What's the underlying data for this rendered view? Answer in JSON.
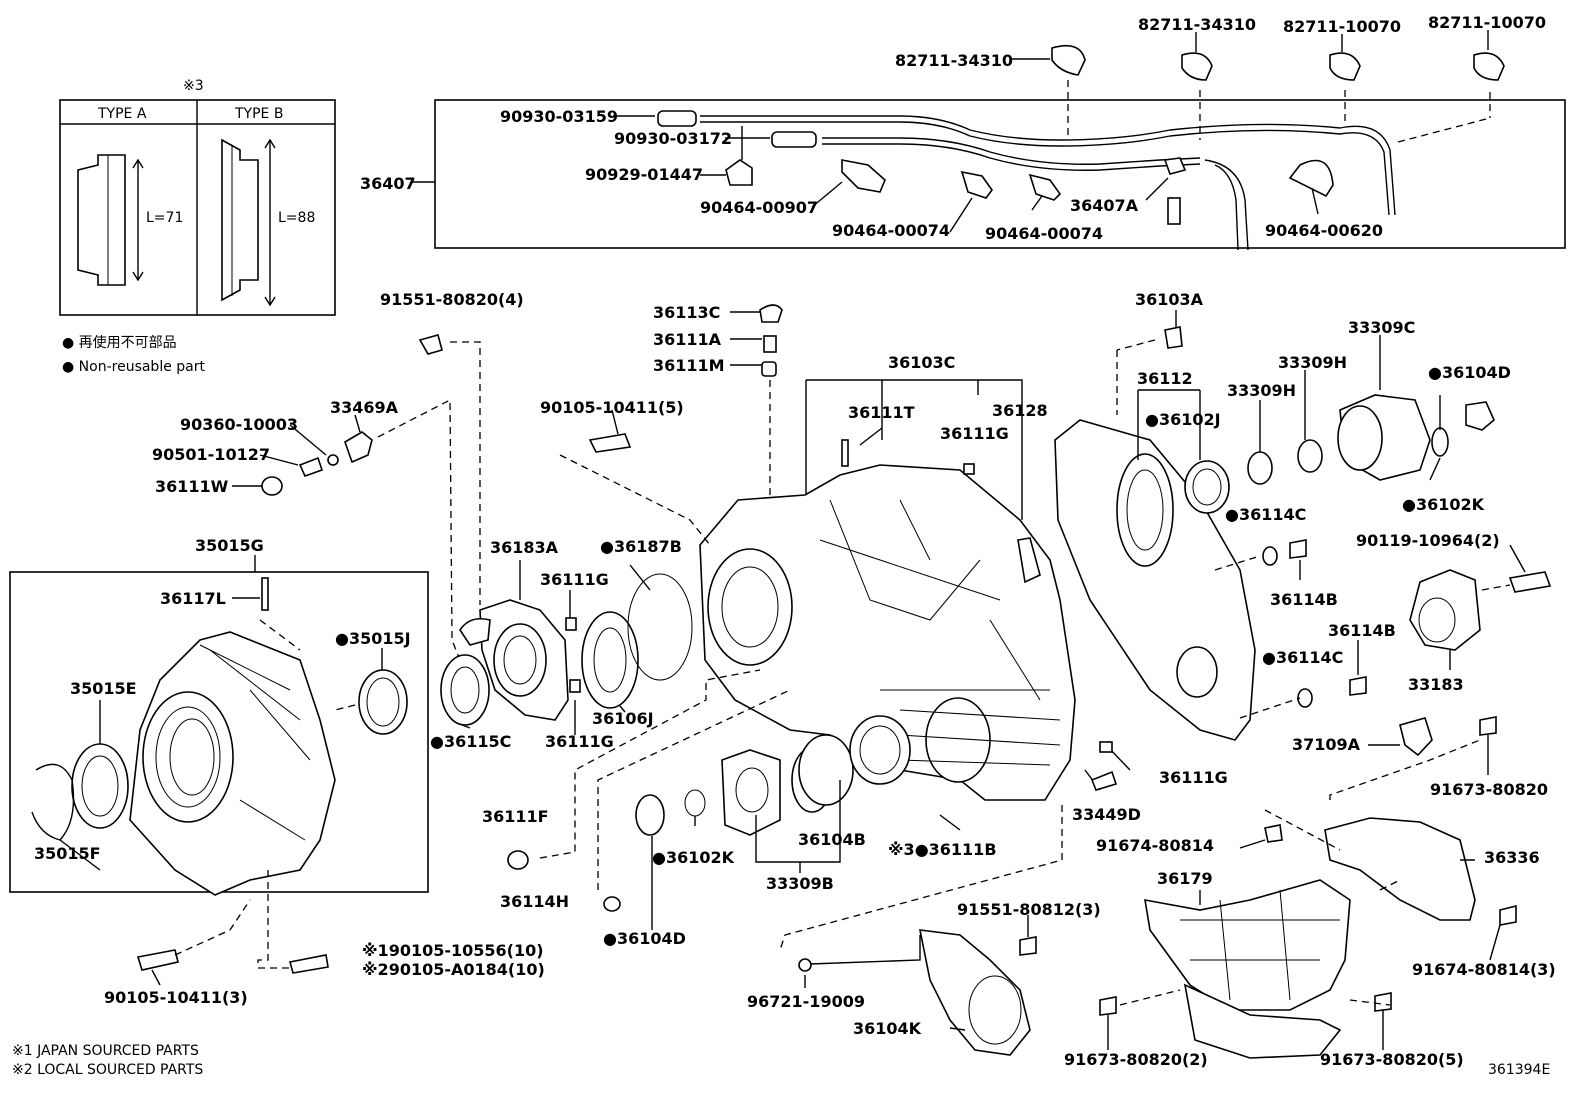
{
  "inset": {
    "marker": "※3",
    "type_a": "TYPE A",
    "type_b": "TYPE B",
    "len_a": "L=71",
    "len_b": "L=88"
  },
  "legend": {
    "jp": "● 再使用不可部品",
    "en": "● Non-reusable part"
  },
  "footnotes": {
    "n1": "※1 JAPAN SOURCED PARTS",
    "n2": "※2 LOCAL SOURCED PARTS"
  },
  "diagram_id": "361394E",
  "labels": {
    "l82711_34310_a": "82711-34310",
    "l82711_34310_b": "82711-34310",
    "l82711_10070_a": "82711-10070",
    "l82711_10070_b": "82711-10070",
    "l90930_03159": "90930-03159",
    "l90930_03172": "90930-03172",
    "l90929_01447": "90929-01447",
    "l36407": "36407",
    "l90464_00907": "90464-00907",
    "l90464_00074_a": "90464-00074",
    "l90464_00074_b": "90464-00074",
    "l36407a": "36407A",
    "l90464_00620": "90464-00620",
    "l91551_80820": "91551-80820(4)",
    "l36113c": "36113C",
    "l36111a": "36111A",
    "l36111m": "36111M",
    "l36103c": "36103C",
    "l36103a": "36103A",
    "l33309c": "33309C",
    "l36112": "36112",
    "l33309h_a": "33309H",
    "l33309h_b": "33309H",
    "l36104d_r": "●36104D",
    "l36111t": "36111T",
    "l36128": "36128",
    "l36102j": "●36102J",
    "l90105_10411_5": "90105-10411(5)",
    "l36111g_a": "36111G",
    "l90360": "90360-10003",
    "l33469a": "33469A",
    "l90501": "90501-10127",
    "l36111w": "36111W",
    "l36102k_r": "●36102K",
    "l36114c_a": "●36114C",
    "l90119": "90119-10964(2)",
    "l35015g": "35015G",
    "l36183a": "36183A",
    "l36187b": "●36187B",
    "l36111g_b": "36111G",
    "l36114b_a": "36114B",
    "l36114b_b": "36114B",
    "l36117l": "36117L",
    "l35015j": "●35015J",
    "l36114c_b": "●36114C",
    "l33183": "33183",
    "l35015e": "35015E",
    "l36106j": "36106J",
    "l36115c": "●36115C",
    "l36111g_c": "36111G",
    "l37109a": "37109A",
    "l36111g_d": "36111G",
    "l91673_80820": "91673-80820",
    "l35015f": "35015F",
    "l36111f": "36111F",
    "l36104b": "36104B",
    "l33449d": "33449D",
    "l36102k_m": "●36102K",
    "l36111b": "※3●36111B",
    "l91674_80814": "91674-80814",
    "l36336": "36336",
    "l33309b": "33309B",
    "l36114h": "36114H",
    "l36179": "36179",
    "l91551_80812": "91551-80812(3)",
    "l36104d_b": "●36104D",
    "l90105_10411_3": "90105-10411(3)",
    "l90105_10556": "※190105-10556(10)",
    "l90105_a0184": "※290105-A0184(10)",
    "l96721": "96721-19009",
    "l91674_80814_3": "91674-80814(3)",
    "l36104k": "36104K",
    "l91673_80820_2": "91673-80820(2)",
    "l91673_80820_5": "91673-80820(5)"
  }
}
